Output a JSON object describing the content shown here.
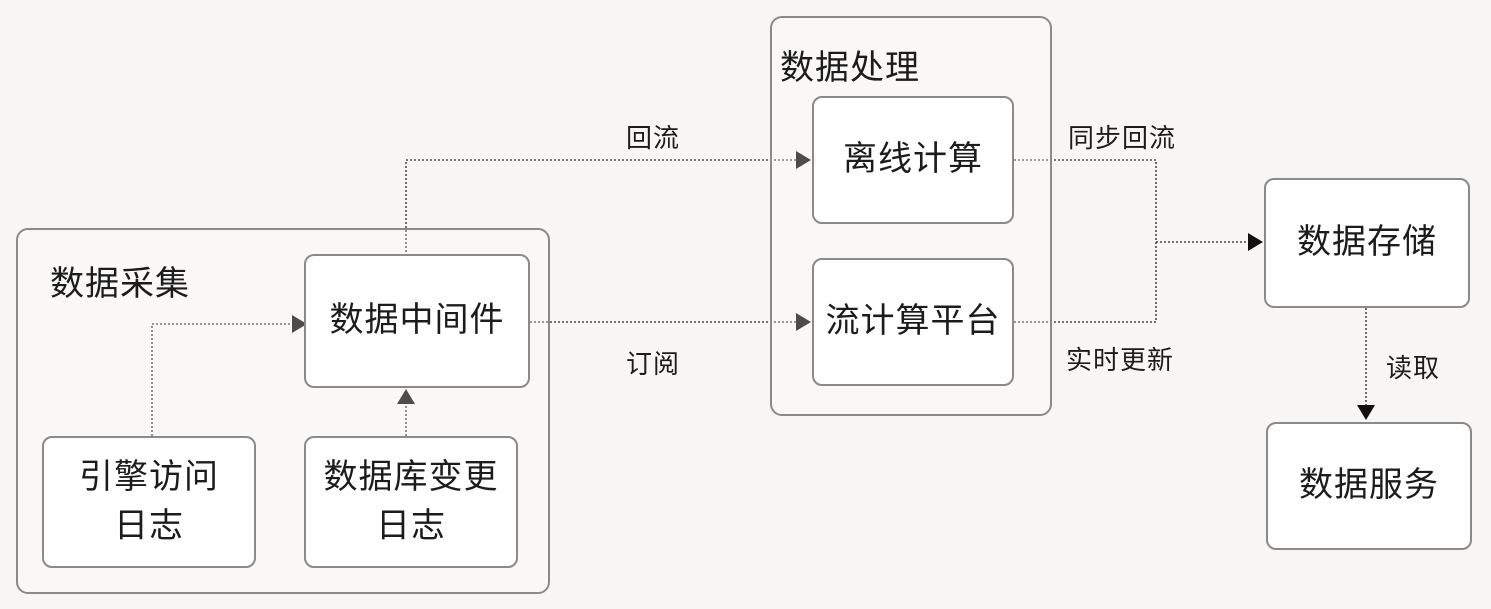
{
  "groups": {
    "collection": {
      "title": "数据采集"
    },
    "processing": {
      "title": "数据处理"
    }
  },
  "nodes": {
    "engine_log": {
      "lines": [
        "引擎访问",
        "日志"
      ]
    },
    "db_change_log": {
      "lines": [
        "数据库变更",
        "日志"
      ]
    },
    "data_middleware": {
      "lines": [
        "数据中间件"
      ]
    },
    "offline_compute": {
      "lines": [
        "离线计算"
      ]
    },
    "stream_platform": {
      "lines": [
        "流计算平台"
      ]
    },
    "data_storage": {
      "lines": [
        "数据存储"
      ]
    },
    "data_service": {
      "lines": [
        "数据服务"
      ]
    }
  },
  "edges": {
    "backflow": {
      "label": "回流"
    },
    "subscribe": {
      "label": "订阅"
    },
    "sync_backflow": {
      "label": "同步回流"
    },
    "realtime_update": {
      "label": "实时更新"
    },
    "read": {
      "label": "读取"
    }
  }
}
